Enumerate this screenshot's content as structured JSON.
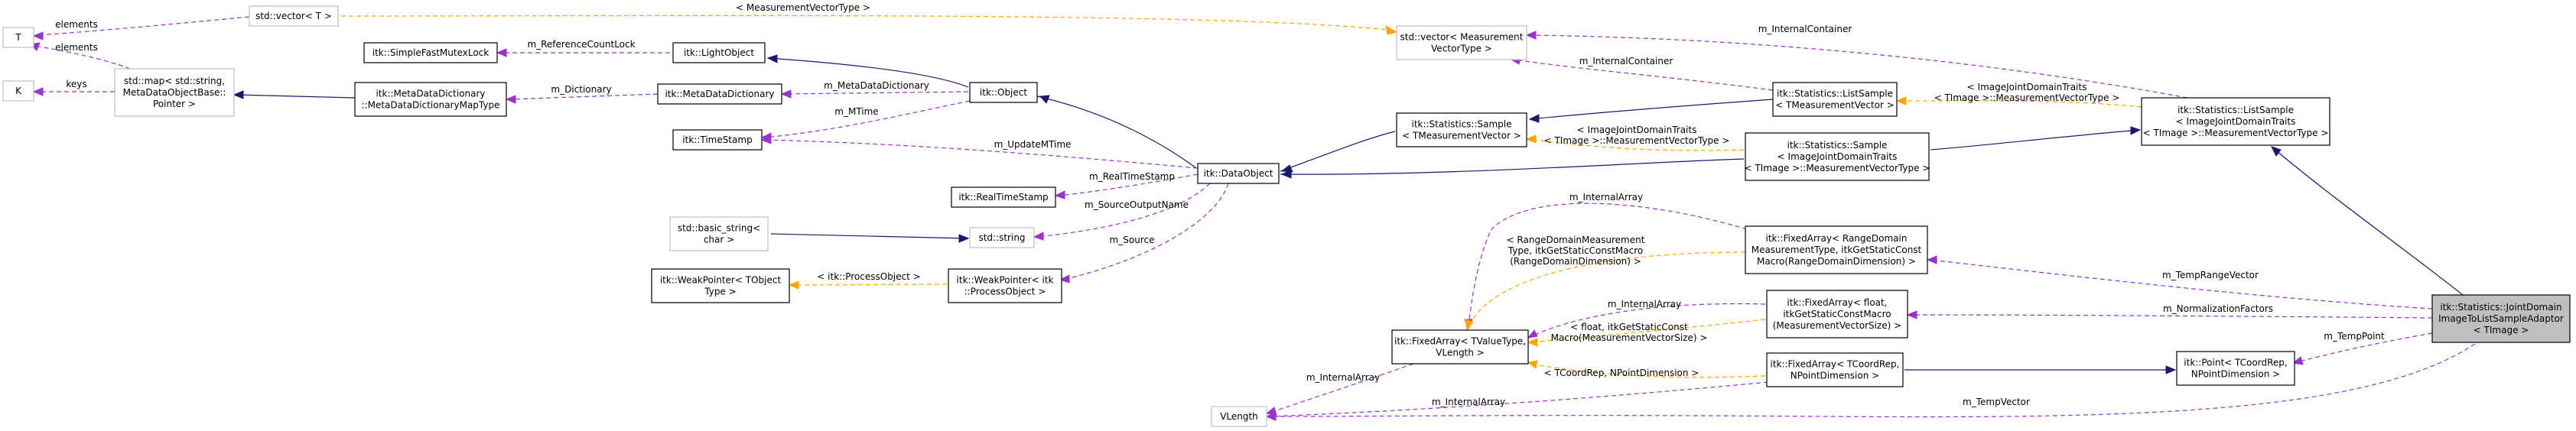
{
  "diagram": {
    "nodes": [
      {
        "id": "T",
        "lines": [
          "T"
        ]
      },
      {
        "id": "K",
        "lines": [
          "K"
        ]
      },
      {
        "id": "vecT",
        "lines": [
          "std::vector< T >"
        ]
      },
      {
        "id": "map",
        "lines": [
          "std::map< std::string,",
          "MetaDataObjectBase::",
          "Pointer >"
        ]
      },
      {
        "id": "mutex",
        "lines": [
          "itk::SimpleFastMutexLock"
        ]
      },
      {
        "id": "mdd",
        "lines": [
          "itk::MetaDataDictionary",
          "::MetaDataDictionaryMapType"
        ]
      },
      {
        "id": "ts",
        "lines": [
          "itk::TimeStamp"
        ]
      },
      {
        "id": "light",
        "lines": [
          "itk::LightObject"
        ]
      },
      {
        "id": "md",
        "lines": [
          "itk::MetaDataDictionary"
        ]
      },
      {
        "id": "obj",
        "lines": [
          "itk::Object"
        ]
      },
      {
        "id": "rts",
        "lines": [
          "itk::RealTimeStamp"
        ]
      },
      {
        "id": "bstr",
        "lines": [
          "std::basic_string<",
          "char >"
        ]
      },
      {
        "id": "str",
        "lines": [
          "std::string"
        ]
      },
      {
        "id": "wpt",
        "lines": [
          "itk::WeakPointer< TObject",
          "Type >"
        ]
      },
      {
        "id": "wpp",
        "lines": [
          "itk::WeakPointer< itk",
          "::ProcessObject >"
        ]
      },
      {
        "id": "dobj",
        "lines": [
          "itk::DataObject"
        ]
      },
      {
        "id": "vecM",
        "lines": [
          "std::vector< Measurement",
          "VectorType >"
        ]
      },
      {
        "id": "sampT",
        "lines": [
          "itk::Statistics::Sample",
          "< TMeasurementVector >"
        ]
      },
      {
        "id": "fat",
        "lines": [
          "itk::FixedArray< TValueType,",
          "VLength >"
        ]
      },
      {
        "id": "vlen",
        "lines": [
          "VLength"
        ]
      },
      {
        "id": "lsT",
        "lines": [
          "itk::Statistics::ListSample",
          "< TMeasurementVector >"
        ]
      },
      {
        "id": "sampI",
        "lines": [
          "itk::Statistics::Sample",
          "< ImageJointDomainTraits",
          "< TImage >::MeasurementVectorType >"
        ]
      },
      {
        "id": "farange",
        "lines": [
          "itk::FixedArray< RangeDomain",
          "MeasurementType, itkGetStaticConst",
          "Macro(RangeDomainDimension) >"
        ]
      },
      {
        "id": "fafloat",
        "lines": [
          "itk::FixedArray< float,",
          "itkGetStaticConstMacro",
          "(MeasurementVectorSize) >"
        ]
      },
      {
        "id": "fatc",
        "lines": [
          "itk::FixedArray< TCoordRep,",
          "NPointDimension >"
        ]
      },
      {
        "id": "lsI",
        "lines": [
          "itk::Statistics::ListSample",
          "< ImageJointDomainTraits",
          "< TImage >::MeasurementVectorType >"
        ]
      },
      {
        "id": "point",
        "lines": [
          "itk::Point< TCoordRep,",
          "NPointDimension >"
        ]
      },
      {
        "id": "adaptor",
        "lines": [
          "itk::Statistics::JointDomain",
          "ImageToListSampleAdaptor",
          "< TImage >"
        ]
      }
    ],
    "edges": [
      {
        "id": "e-T-vecT",
        "label": "elements"
      },
      {
        "id": "e-T-map",
        "label": "elements"
      },
      {
        "id": "e-K-map",
        "label": "keys"
      },
      {
        "id": "e-vecT-vecM",
        "label": "< MeasurementVectorType >"
      },
      {
        "id": "e-mutex-light",
        "label": "m_ReferenceCountLock"
      },
      {
        "id": "e-map-mdd",
        "label": ""
      },
      {
        "id": "e-mdd-md",
        "label": "m_Dictionary"
      },
      {
        "id": "e-md-obj",
        "label": "m_MetaDataDictionary"
      },
      {
        "id": "e-ts-obj",
        "label": "m_MTime"
      },
      {
        "id": "e-light-obj",
        "label": ""
      },
      {
        "id": "e-obj-dobj",
        "label": ""
      },
      {
        "id": "e-ts-dobj",
        "label": "m_UpdateMTime"
      },
      {
        "id": "e-rts-dobj",
        "label": "m_RealTimeStamp"
      },
      {
        "id": "e-str-dobj",
        "label": "m_SourceOutputName"
      },
      {
        "id": "e-bstr-str",
        "label": ""
      },
      {
        "id": "e-wpp-dobj",
        "label": "m_Source"
      },
      {
        "id": "e-wpt-wpp",
        "label": "< itk::ProcessObject >"
      },
      {
        "id": "e-dobj-sampT",
        "label": ""
      },
      {
        "id": "e-dobj-sampI",
        "label": ""
      },
      {
        "id": "e-vecM-lsT",
        "label": "m_InternalContainer"
      },
      {
        "id": "e-vecM-lsI",
        "label": "m_InternalContainer"
      },
      {
        "id": "e-sampT-lsT",
        "label": ""
      },
      {
        "id": "e-sampT-sampI",
        "label": "< ImageJointDomainTraits\n< TImage >::MeasurementVectorType >"
      },
      {
        "id": "e-lsT-lsI",
        "label": "< ImageJointDomainTraits\n< TImage >::MeasurementVectorType >"
      },
      {
        "id": "e-sampI-lsI",
        "label": ""
      },
      {
        "id": "e-lsI-adaptor",
        "label": ""
      },
      {
        "id": "e-fat-farange-member",
        "label": "m_InternalArray"
      },
      {
        "id": "e-fat-farange-template",
        "label": "< RangeDomainMeasurement\nType, itkGetStaticConstMacro\n(RangeDomainDimension) >"
      },
      {
        "id": "e-fat-fafloat-member",
        "label": "m_InternalArray"
      },
      {
        "id": "e-fat-fafloat-template",
        "label": "< float, itkGetStaticConst\nMacro(MeasurementVectorSize) >"
      },
      {
        "id": "e-fat-fatc",
        "label": "< TCoordRep, NPointDimension >"
      },
      {
        "id": "e-vlen-fat",
        "label": "m_InternalArray"
      },
      {
        "id": "e-vlen-fatc",
        "label": "m_InternalArray"
      },
      {
        "id": "e-fatc-point",
        "label": ""
      },
      {
        "id": "e-farange-adaptor",
        "label": "m_TempRangeVector"
      },
      {
        "id": "e-fafloat-adaptor",
        "label": "m_NormalizationFactors"
      },
      {
        "id": "e-point-adaptor",
        "label": "m_TempPoint"
      },
      {
        "id": "e-vlen-adaptor",
        "label": "m_TempVector"
      }
    ]
  }
}
